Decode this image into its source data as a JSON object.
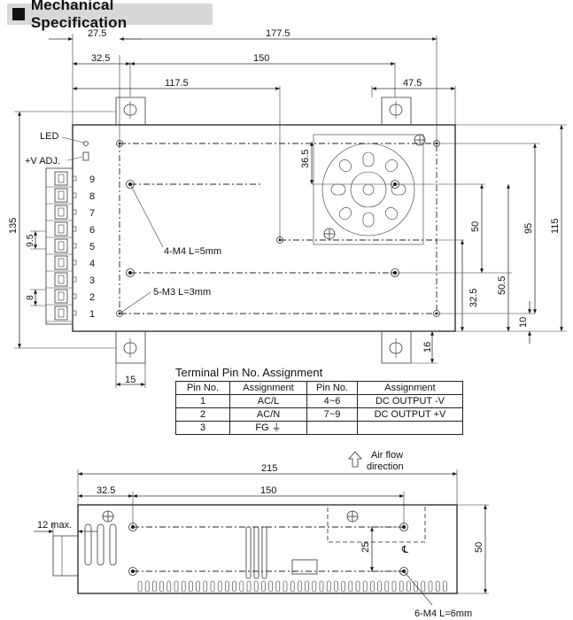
{
  "header": {
    "title": "Mechanical Specification"
  },
  "top_view": {
    "dims": {
      "d27_5": "27.5",
      "d177_5": "177.5",
      "d32_5": "32.5",
      "d150": "150",
      "d117_5": "117.5",
      "d47_5": "47.5",
      "d135": "135",
      "d36_5": "36.5",
      "d50": "50",
      "d95": "95",
      "d115": "115",
      "d50_5": "50.5",
      "d32_5b": "32.5",
      "d10": "10",
      "d9_5": "9.5",
      "d8": "8",
      "d16": "16",
      "d15": "15"
    },
    "labels": {
      "led": "LED",
      "vadj": "+V ADJ.",
      "m4": "4-M4 L=5mm",
      "m3": "5-M3 L=3mm"
    },
    "terminals": [
      "9",
      "8",
      "7",
      "6",
      "5",
      "4",
      "3",
      "2",
      "1"
    ]
  },
  "terminal_table": {
    "title": "Terminal Pin No. Assignment",
    "headers": [
      "Pin No.",
      "Assignment",
      "Pin No.",
      "Assignment"
    ],
    "rows": [
      [
        "1",
        "AC/L",
        "4~6",
        "DC OUTPUT -V"
      ],
      [
        "2",
        "AC/N",
        "7~9",
        "DC OUTPUT +V"
      ],
      [
        "3",
        "FG ⏚",
        "",
        ""
      ]
    ]
  },
  "airflow": {
    "line1": "Air flow",
    "line2": "direction"
  },
  "side_view": {
    "dims": {
      "d215": "215",
      "d32_5": "32.5",
      "d150": "150",
      "d12max": "12 max.",
      "d25": "25",
      "d50": "50"
    },
    "labels": {
      "m4": "6-M4 L=6mm"
    }
  }
}
